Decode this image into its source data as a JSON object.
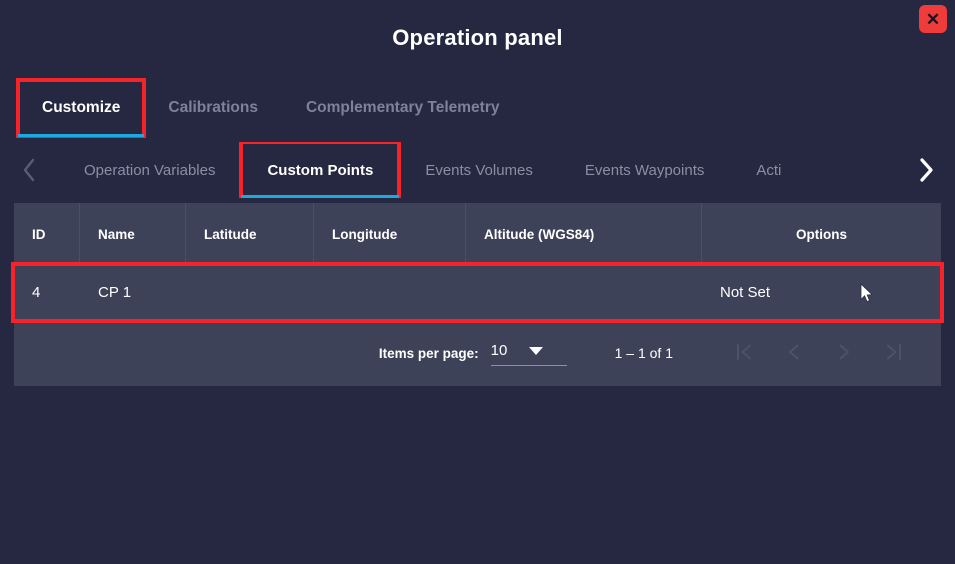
{
  "window": {
    "title": "Operation panel",
    "close_label": "✕",
    "close_icon": "close-icon",
    "accent_red": "#f8222b",
    "accent_cyan": "#1fa8e0",
    "page_bg": "#252840",
    "card_bg": "#3e4259"
  },
  "primary_tabs": [
    {
      "label": "Customize",
      "active": true,
      "highlighted": true
    },
    {
      "label": "Calibrations",
      "active": false,
      "highlighted": false
    },
    {
      "label": "Complementary Telemetry",
      "active": false,
      "highlighted": false
    }
  ],
  "secondary_tabs": {
    "prev_icon": "chevron-left-icon",
    "next_icon": "chevron-right-icon",
    "items": [
      {
        "label": "Operation Variables",
        "active": false,
        "highlighted": false
      },
      {
        "label": "Custom Points",
        "active": true,
        "highlighted": true
      },
      {
        "label": "Events Volumes",
        "active": false,
        "highlighted": false
      },
      {
        "label": "Events Waypoints",
        "active": false,
        "highlighted": false
      },
      {
        "label": "Acti",
        "active": false,
        "highlighted": false,
        "truncated": true
      }
    ]
  },
  "table": {
    "columns": [
      "ID",
      "Name",
      "Latitude",
      "Longitude",
      "Altitude (WGS84)",
      "Options"
    ],
    "rows": [
      {
        "id": "4",
        "name": "CP 1",
        "latitude": "",
        "longitude": "",
        "altitude": "",
        "options": "Not Set",
        "highlighted": true
      }
    ]
  },
  "paginator": {
    "items_per_page_label": "Items per page:",
    "items_per_page_value": "10",
    "range_label": "1 – 1 of 1",
    "first_page_icon": "first-page-icon",
    "prev_page_icon": "previous-page-icon",
    "next_page_icon": "next-page-icon",
    "last_page_icon": "last-page-icon"
  },
  "cursor": {
    "icon": "mouse-pointer-icon"
  }
}
